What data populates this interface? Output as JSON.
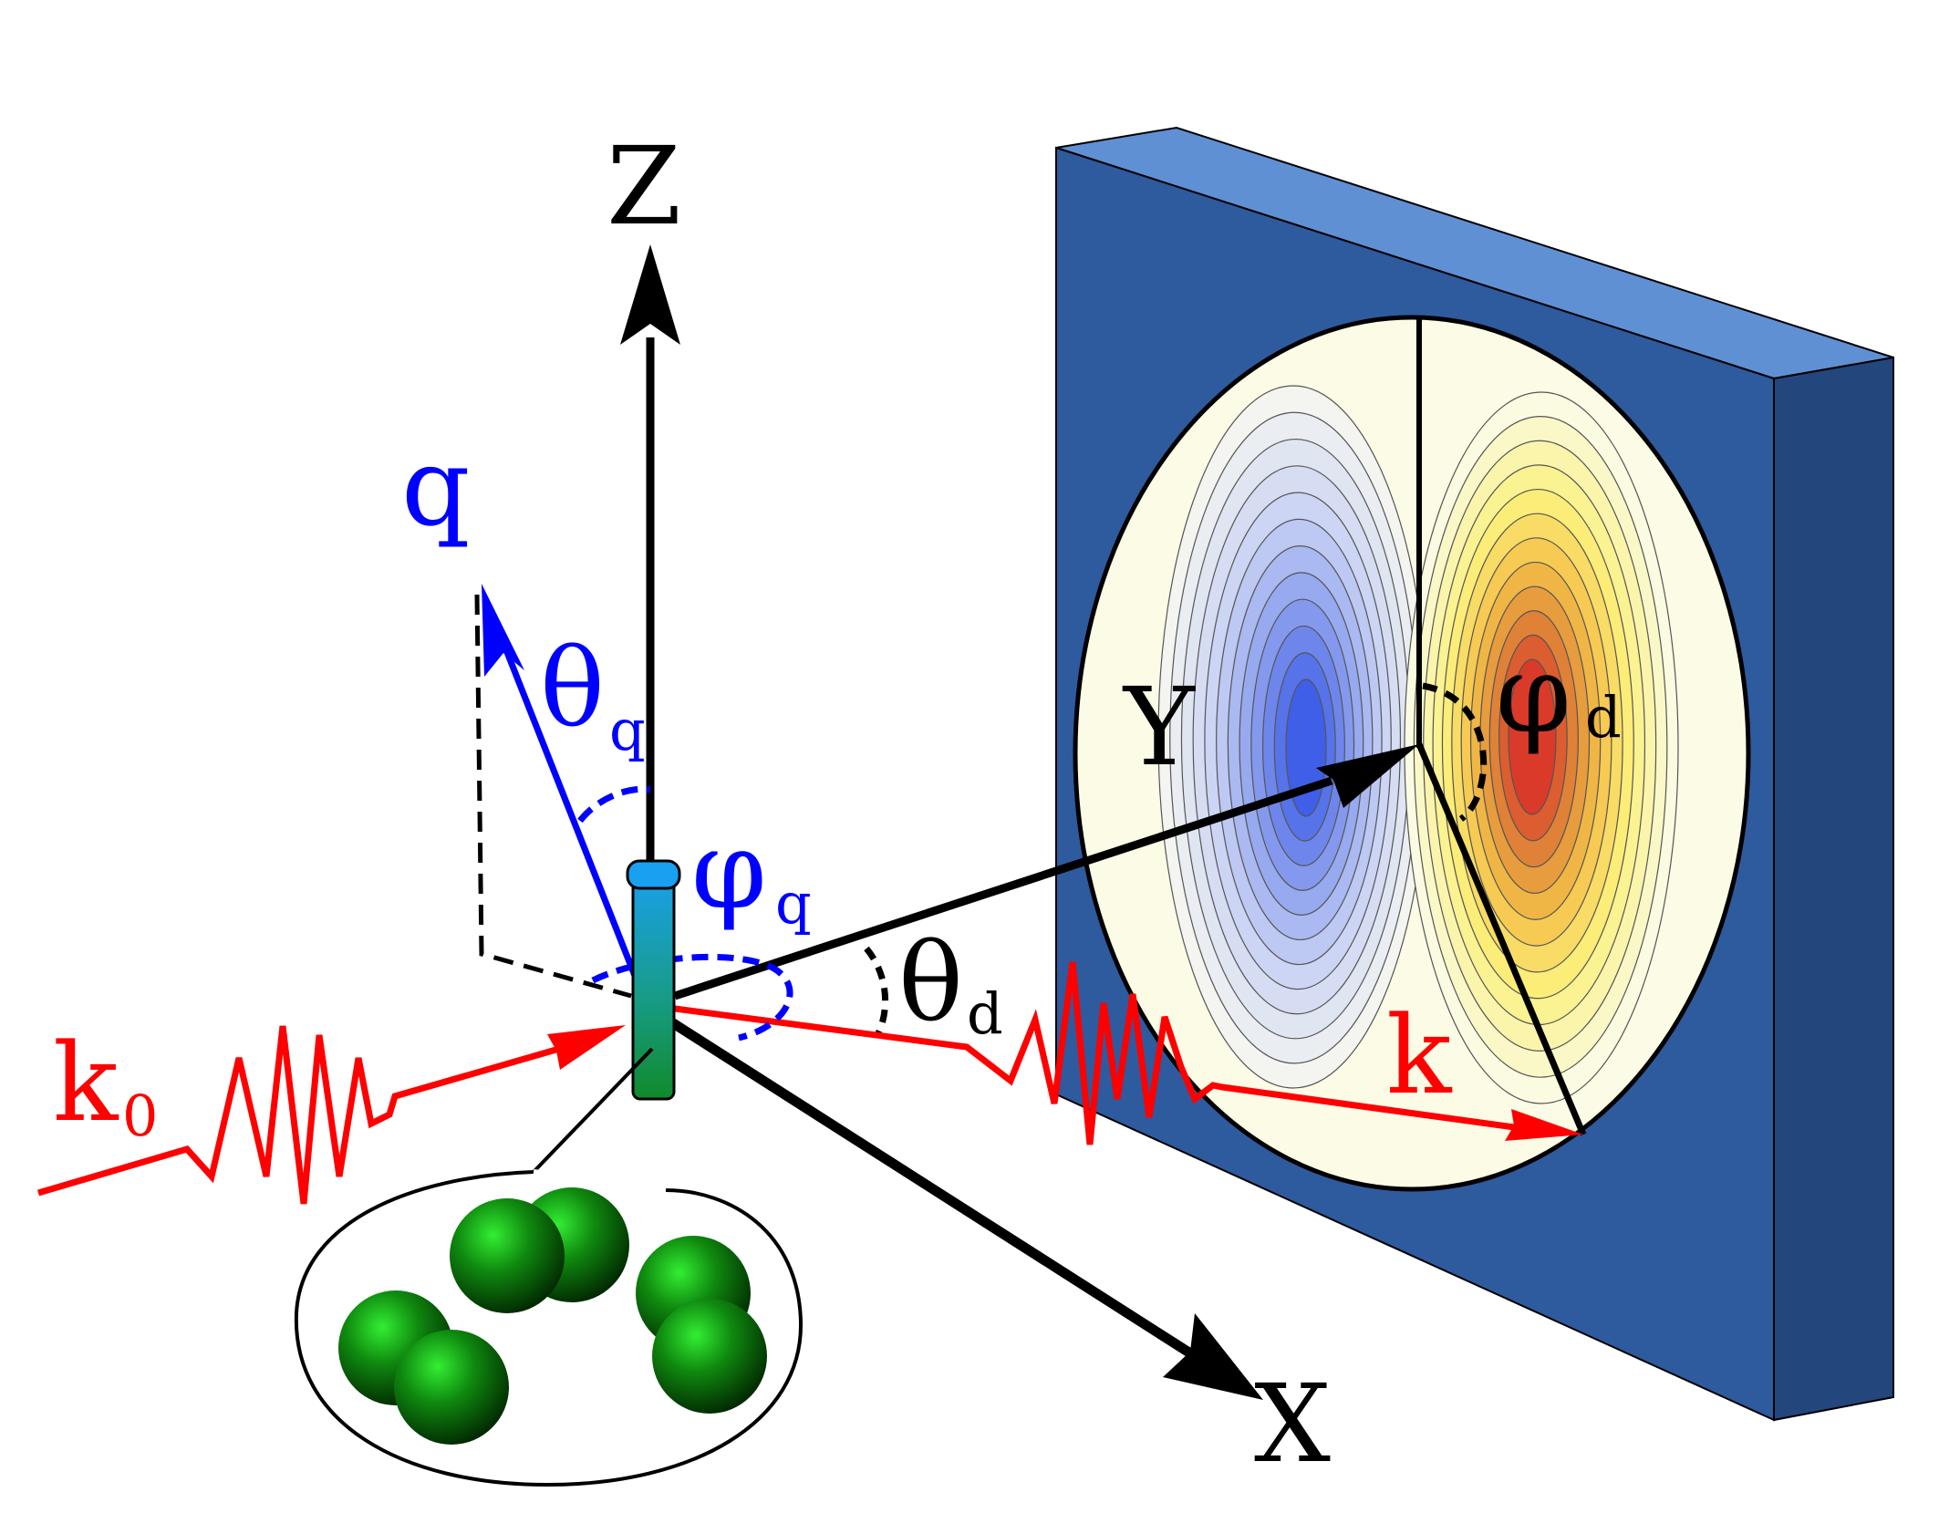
{
  "labels": {
    "axis_z": "Z",
    "axis_y": "Y",
    "axis_x": "X",
    "q": "q",
    "theta_q": "θ",
    "theta_q_sub": "q",
    "phi_q": "φ",
    "phi_q_sub": "q",
    "theta_d": "θ",
    "theta_d_sub": "d",
    "phi_d": "φ",
    "phi_d_sub": "d",
    "k0": "k",
    "k0_sub": "0",
    "k": "k"
  },
  "colors": {
    "axis": "#000000",
    "q_vector": "#0000ff",
    "beam": "#ff0000",
    "detector_front": "#2e5a9e",
    "detector_top": "#6090d4",
    "detector_side": "#23467d",
    "negative_lobe": "#3f5fe8",
    "positive_lobe": "#d93a2a",
    "pattern_bg": "#fbfbe6",
    "particle": "#0f7a0f"
  }
}
